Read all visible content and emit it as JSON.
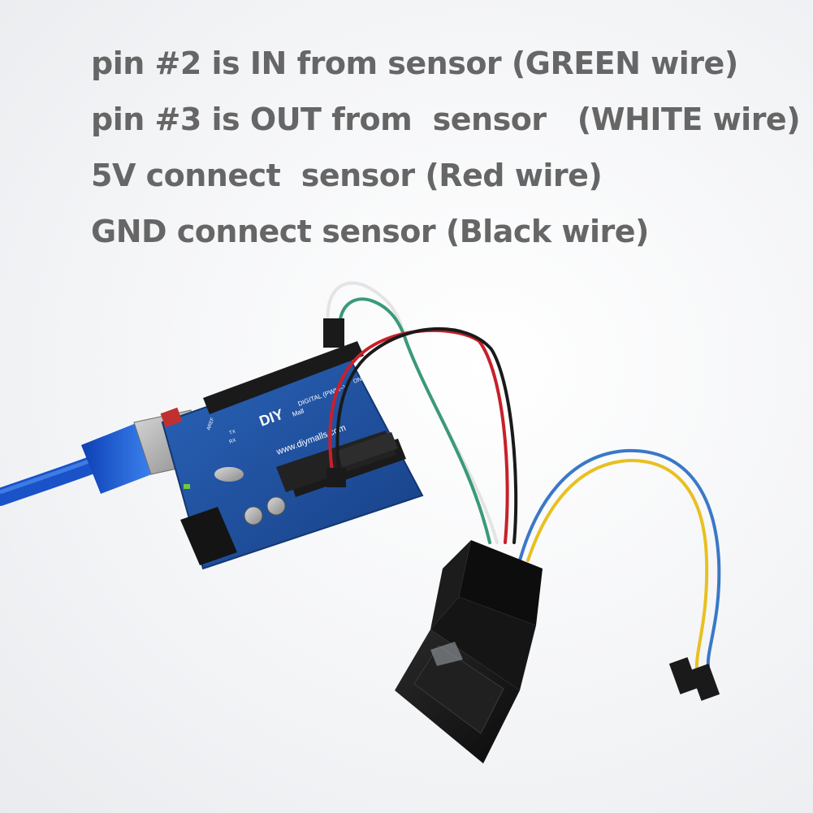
{
  "caption": {
    "lines": [
      "pin #2 is IN from sensor (GREEN wire)",
      "pin #3 is OUT from  sensor   (WHITE wire)",
      "5V connect  sensor (Red wire)",
      "GND connect sensor (Black wire)"
    ]
  },
  "board": {
    "logo_text": "DIY",
    "logo_sub": "Mall",
    "url_text": "www.diymalls.com",
    "digital_label": "DIGITAL (PWM~)",
    "on_label": "ON",
    "aref_label": "AREF",
    "tx_label": "TX",
    "rx_label": "RX"
  },
  "colors": {
    "board_blue": "#1f4f9a",
    "wire_green": "#3a9a78",
    "wire_white": "#e8e8e8",
    "wire_red": "#c8202a",
    "wire_black": "#1a1a1a",
    "wire_yellow": "#e8c020",
    "wire_blue": "#3a78c8",
    "usb_blue": "#1e5ed8"
  }
}
